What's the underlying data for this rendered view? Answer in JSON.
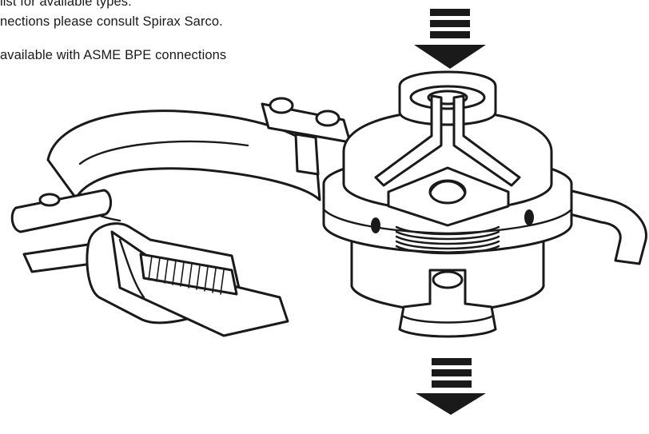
{
  "notes": {
    "line1": "list for available types.",
    "line2": "nections please consult Spirax Sarco.",
    "line3": "available with ASME BPE connections"
  },
  "colors": {
    "ink": "#1a1a1a",
    "background": "#ffffff"
  },
  "icons": {
    "inlet_arrow": "flow-in-arrow-icon",
    "outlet_arrow": "flow-out-arrow-icon"
  }
}
